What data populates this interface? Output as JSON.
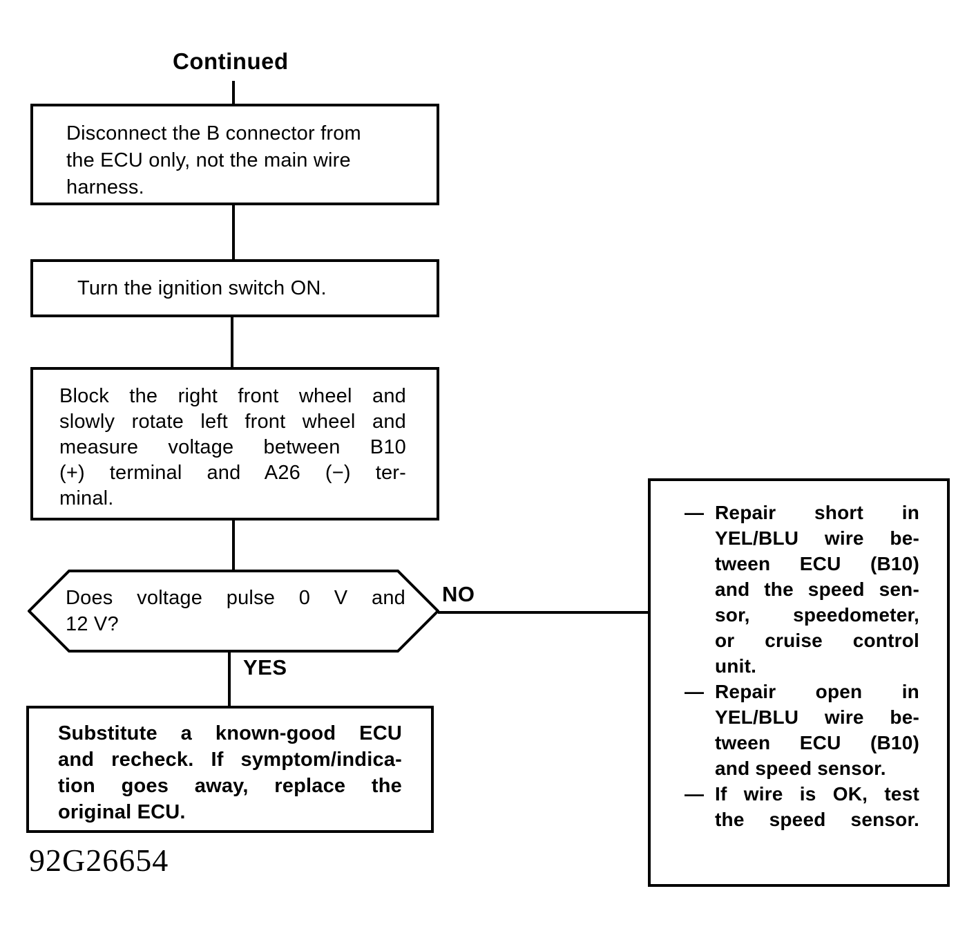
{
  "header": {
    "continued": "Continued"
  },
  "footer": {
    "figure_code": "92G26654"
  },
  "flow": {
    "labels": {
      "no": "NO",
      "yes": "YES"
    },
    "step_disconnect": {
      "lines": [
        "Disconnect the B connector from",
        "the ECU only, not the main wire",
        "harness."
      ]
    },
    "step_ignition": {
      "text": "Turn the ignition switch ON."
    },
    "step_measure": {
      "lines": [
        "Block the right front wheel and",
        "slowly rotate left front wheel and",
        "measure voltage between B10",
        "(+) terminal and A26 (−) ter-",
        "minal."
      ]
    },
    "decision_pulse": {
      "lines": [
        "Does voltage pulse 0 V and",
        "12 V?"
      ]
    },
    "step_substitute": {
      "lines": [
        "Substitute a known-good ECU",
        "and recheck. If symptom/indica-",
        "tion goes away, replace the",
        "original ECU."
      ]
    },
    "result_actions": {
      "items": [
        {
          "bullet": "—",
          "lines": [
            "Repair short in",
            "YEL/BLU wire be-",
            "tween ECU (B10)",
            "and the speed sen-",
            "sor, speedometer,",
            "or cruise control",
            "unit."
          ]
        },
        {
          "bullet": "—",
          "lines": [
            "Repair open in",
            "YEL/BLU wire be-",
            "tween ECU (B10)",
            "and speed sensor."
          ]
        },
        {
          "bullet": "—",
          "lines": [
            "If wire is OK, test",
            "the speed sensor."
          ]
        }
      ]
    }
  }
}
